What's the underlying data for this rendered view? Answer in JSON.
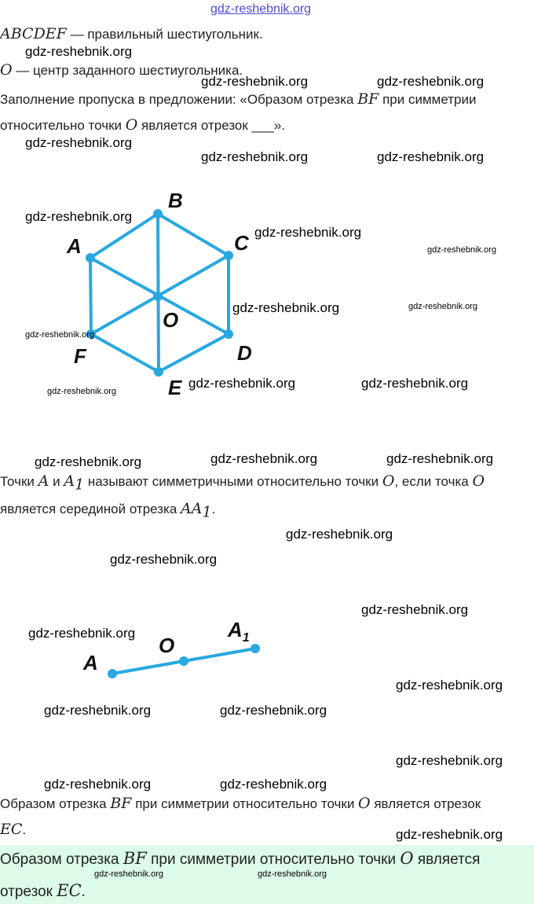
{
  "watermark": "gdz-reshebnik.org",
  "problem": {
    "line1": {
      "math": "ABCDEF",
      "text": " — правильный шестиугольник."
    },
    "line2": {
      "math": "O",
      "text": " — центр заданного шестиугольника."
    },
    "line3": {
      "t1": "Заполнение пропуска в предложении: «Образом отрезка ",
      "m1": "BF",
      "t2": " при симметрии"
    },
    "line4": {
      "t1": "относительно точки ",
      "m1": "O",
      "t2": " является отрезок ___»."
    }
  },
  "hexagon": {
    "color": "#29a8e0",
    "labels": {
      "A": "A",
      "B": "B",
      "C": "C",
      "D": "D",
      "E": "E",
      "F": "F",
      "O": "O"
    }
  },
  "definition": {
    "line1": {
      "t1": "Точки ",
      "m1": "A",
      "t2": " и ",
      "m2": "A",
      "sub2": "1",
      "t3": " называют симметричными относительно точки ",
      "m3": "O",
      "t4": ", если точка ",
      "m4": "O"
    },
    "line2": {
      "t1": "является серединой отрезка ",
      "m1": "AA",
      "sub1": "1",
      "t2": "."
    }
  },
  "segment": {
    "labels": {
      "A": "A",
      "O": "O",
      "A1": "A",
      "A1_sub": "1"
    }
  },
  "solution": {
    "line1": {
      "t1": "Образом отрезка ",
      "m1": "BF",
      "t2": " при симметрии относительно точки ",
      "m2": "O",
      "t3": " является отрезок"
    },
    "line2": {
      "m1": "EC",
      "t1": "."
    }
  },
  "answer": {
    "line1": {
      "t1": "Образом отрезка ",
      "m1": "BF",
      "t2": " при симметрии относительно точки ",
      "m2": "O",
      "t3": " является"
    },
    "line2": {
      "t1": "отрезок ",
      "m1": "EC",
      "t2": "."
    },
    "background": "#dcfbe9"
  }
}
